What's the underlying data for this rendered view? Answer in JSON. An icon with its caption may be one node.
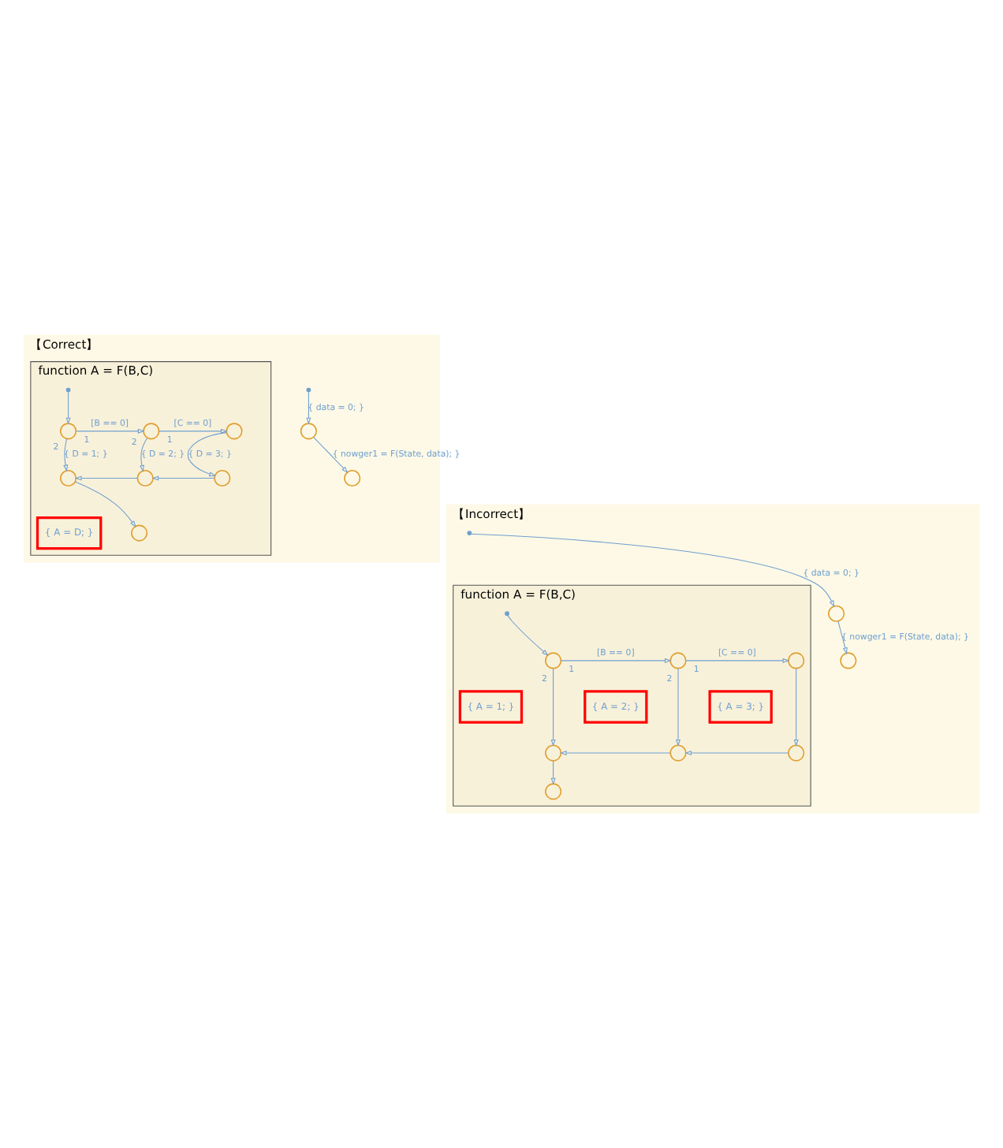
{
  "diagram": {
    "nodes": [
      {
        "text": [
          "【Correct】"
        ]
      },
      {
        "text": [],
        "shape": "dot",
        "in": 0
      },
      {
        "text": [],
        "shape": "circle",
        "in": 0
      },
      {
        "text": [],
        "shape": "circle",
        "in": 0
      },
      {
        "text": [
          "function A = F(B,C)"
        ],
        "in": 0
      },
      {
        "text": [],
        "shape": "dot",
        "in": 4
      },
      {
        "text": [],
        "shape": "circle",
        "in": 4,
        "beside": [
          "1",
          "2"
        ]
      },
      {
        "text": [],
        "shape": "circle",
        "in": 4,
        "beside": [
          "1",
          "2"
        ]
      },
      {
        "text": [],
        "shape": "circle",
        "in": 4
      },
      {
        "text": [],
        "shape": "circle",
        "in": 4
      },
      {
        "text": [],
        "shape": "circle",
        "in": 4
      },
      {
        "text": [],
        "shape": "circle",
        "in": 4
      },
      {
        "text": [
          "{ A = D; }"
        ],
        "in": 4
      },
      {
        "text": [],
        "shape": "circle",
        "in": 4
      },
      {
        "text": [
          "【Incorrect】"
        ]
      },
      {
        "text": [],
        "shape": "dot",
        "in": 14
      },
      {
        "text": [],
        "shape": "circle",
        "in": 14
      },
      {
        "text": [],
        "shape": "circle",
        "in": 14
      },
      {
        "text": [
          "function A = F(B,C)"
        ],
        "in": 14
      },
      {
        "text": [],
        "shape": "dot",
        "in": 18
      },
      {
        "text": [],
        "shape": "circle",
        "in": 18,
        "beside": [
          "1",
          "2"
        ]
      },
      {
        "text": [],
        "shape": "circle",
        "in": 18,
        "beside": [
          "1",
          "2"
        ]
      },
      {
        "text": [],
        "shape": "circle",
        "in": 18
      },
      {
        "text": [
          "{ A = 1; }"
        ],
        "in": 18
      },
      {
        "text": [
          "{ A = 2; }"
        ],
        "in": 18
      },
      {
        "text": [
          "{ A = 3; }"
        ],
        "in": 18
      },
      {
        "text": [],
        "shape": "circle",
        "in": 18
      },
      {
        "text": [],
        "shape": "circle",
        "in": 18
      },
      {
        "text": [],
        "shape": "circle",
        "in": 18
      },
      {
        "text": [],
        "shape": "circle",
        "in": 18
      }
    ],
    "edges": [
      {
        "from": 1,
        "to": 2,
        "arrow": "to",
        "label": "{ data = 0; }"
      },
      {
        "from": 2,
        "to": 3,
        "arrow": "to",
        "label": "{ nowger1 = F(State, data); }"
      },
      {
        "from": 5,
        "to": 6,
        "arrow": "to"
      },
      {
        "from": 6,
        "to": 7,
        "arrow": "to",
        "label": "[B == 0]"
      },
      {
        "from": 7,
        "to": 8,
        "arrow": "to",
        "label": "[C == 0]"
      },
      {
        "from": 6,
        "to": 9,
        "arrow": "to",
        "label": "{ D = 1; }"
      },
      {
        "from": 7,
        "to": 10,
        "arrow": "to",
        "label": "{ D = 2; }"
      },
      {
        "from": 8,
        "to": 11,
        "arrow": "to",
        "label": "{ D = 3; }"
      },
      {
        "from": 11,
        "to": 10,
        "arrow": "to"
      },
      {
        "from": 10,
        "to": 9,
        "arrow": "to"
      },
      {
        "from": 9,
        "to": 13,
        "arrow": "to"
      },
      {
        "from": 15,
        "to": 16,
        "arrow": "to",
        "label": "{ data = 0; }"
      },
      {
        "from": 16,
        "to": 17,
        "arrow": "to",
        "label": "{ nowger1 = F(State, data); }"
      },
      {
        "from": 19,
        "to": 20,
        "arrow": "to"
      },
      {
        "from": 20,
        "to": 21,
        "arrow": "to",
        "label": "[B == 0]"
      },
      {
        "from": 21,
        "to": 22,
        "arrow": "to",
        "label": "[C == 0]"
      },
      {
        "from": 20,
        "to": 26,
        "arrow": "to"
      },
      {
        "from": 21,
        "to": 27,
        "arrow": "to"
      },
      {
        "from": 22,
        "to": 28,
        "arrow": "to"
      },
      {
        "from": 28,
        "to": 27,
        "arrow": "to"
      },
      {
        "from": 27,
        "to": 26,
        "arrow": "to"
      },
      {
        "from": 26,
        "to": 29,
        "arrow": "to"
      }
    ]
  }
}
